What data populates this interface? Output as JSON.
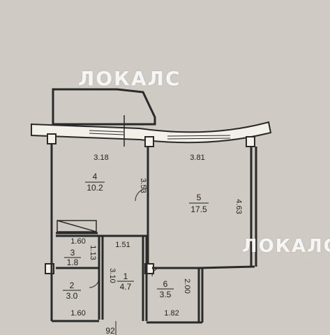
{
  "watermark": {
    "text": "ЛОКАЛС"
  },
  "colors": {
    "background": "#cfcac4",
    "wall": "#2a2a2a",
    "ink": "#222222"
  },
  "rooms": [
    {
      "number": "4",
      "area": "10.2"
    },
    {
      "number": "5",
      "area": "17.5"
    },
    {
      "number": "3",
      "area": "1.8"
    },
    {
      "number": "2",
      "area": "3.0"
    },
    {
      "number": "1",
      "area": "4.7"
    },
    {
      "number": "6",
      "area": "3.5"
    }
  ],
  "dimensions": {
    "room4_width": "3.18",
    "room4_depth": "3.53",
    "room5_width": "3.81",
    "room5_depth": "4.63",
    "room3_width": "1.60",
    "room3_depth": "1.13",
    "room1_width": "1.51",
    "room1_depth": "3.10",
    "room2_width": "1.60",
    "room6_width": "1.82",
    "room6_depth": "2.00",
    "corridor": "92"
  }
}
